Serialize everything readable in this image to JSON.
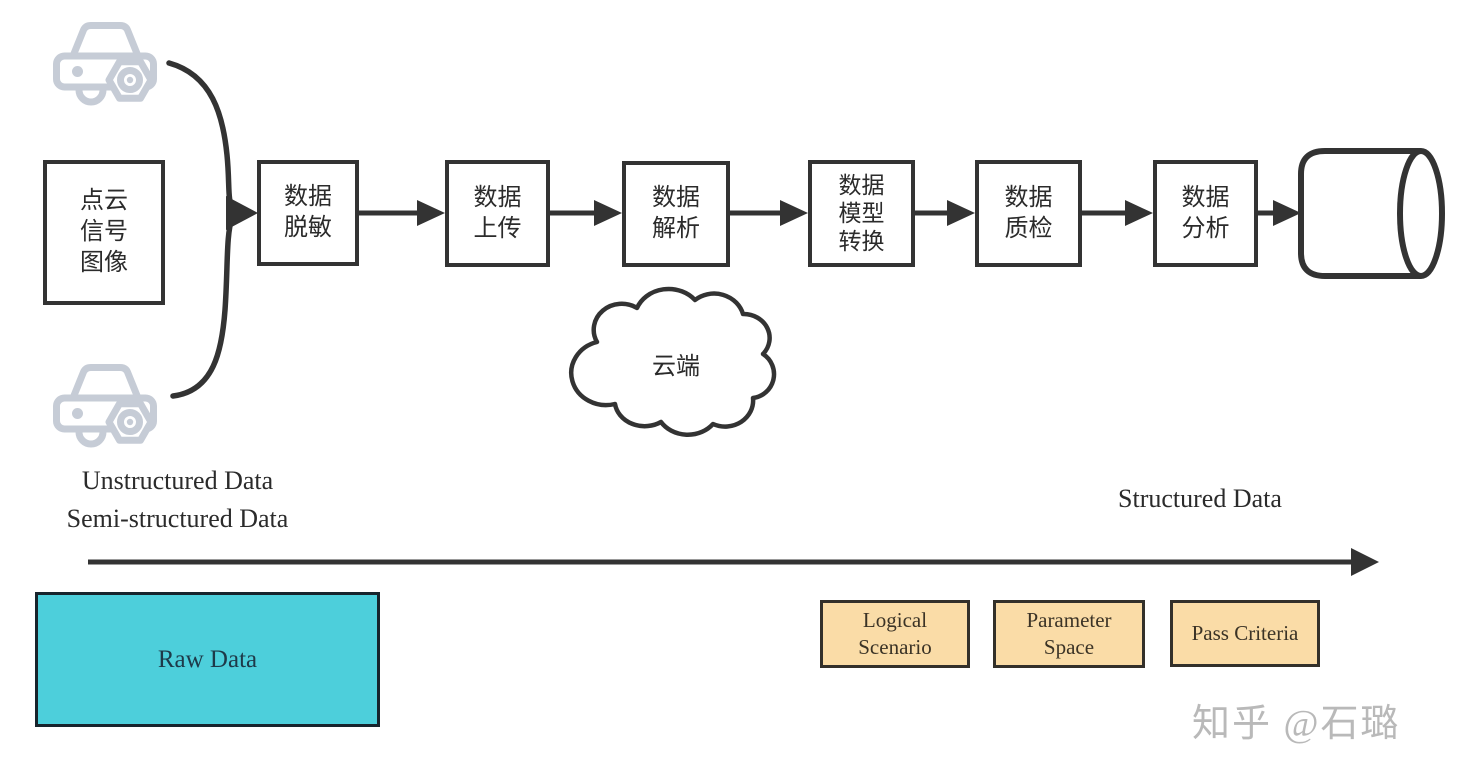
{
  "colors": {
    "line": "#333333",
    "box_text": "#2b2b2b",
    "car_icon": "#c6ccd6",
    "raw_fill": "#4dcfdb",
    "raw_border": "#17242c",
    "raw_text": "#1e3a49",
    "stage_fill": "#fadca7",
    "stage_border": "#33302a",
    "stage_text": "#3b3326",
    "watermark": "#b9b9b9"
  },
  "source_box": {
    "lines": [
      "点云",
      "信号",
      "图像"
    ]
  },
  "pipeline": [
    {
      "lines": [
        "数据",
        "脱敏"
      ]
    },
    {
      "lines": [
        "数据",
        "上传"
      ]
    },
    {
      "lines": [
        "数据",
        "解析"
      ]
    },
    {
      "lines": [
        "数据",
        "模型",
        "转换"
      ]
    },
    {
      "lines": [
        "数据",
        "质检"
      ]
    },
    {
      "lines": [
        "数据",
        "分析"
      ]
    }
  ],
  "cloud": {
    "label": "云端"
  },
  "icons": {
    "top": "car-icon",
    "bottom": "car-icon",
    "end": "database-cylinder-icon"
  },
  "annotations": {
    "unstructured": "Unstructured Data",
    "semi_structured": "Semi-structured Data",
    "structured": "Structured Data"
  },
  "raw_data": {
    "label": "Raw Data"
  },
  "stages": [
    {
      "lines": [
        "Logical",
        "Scenario"
      ]
    },
    {
      "lines": [
        "Parameter",
        "Space"
      ]
    },
    {
      "lines": [
        "Pass Criteria"
      ]
    }
  ],
  "watermark": {
    "text": "知乎 @石璐"
  }
}
